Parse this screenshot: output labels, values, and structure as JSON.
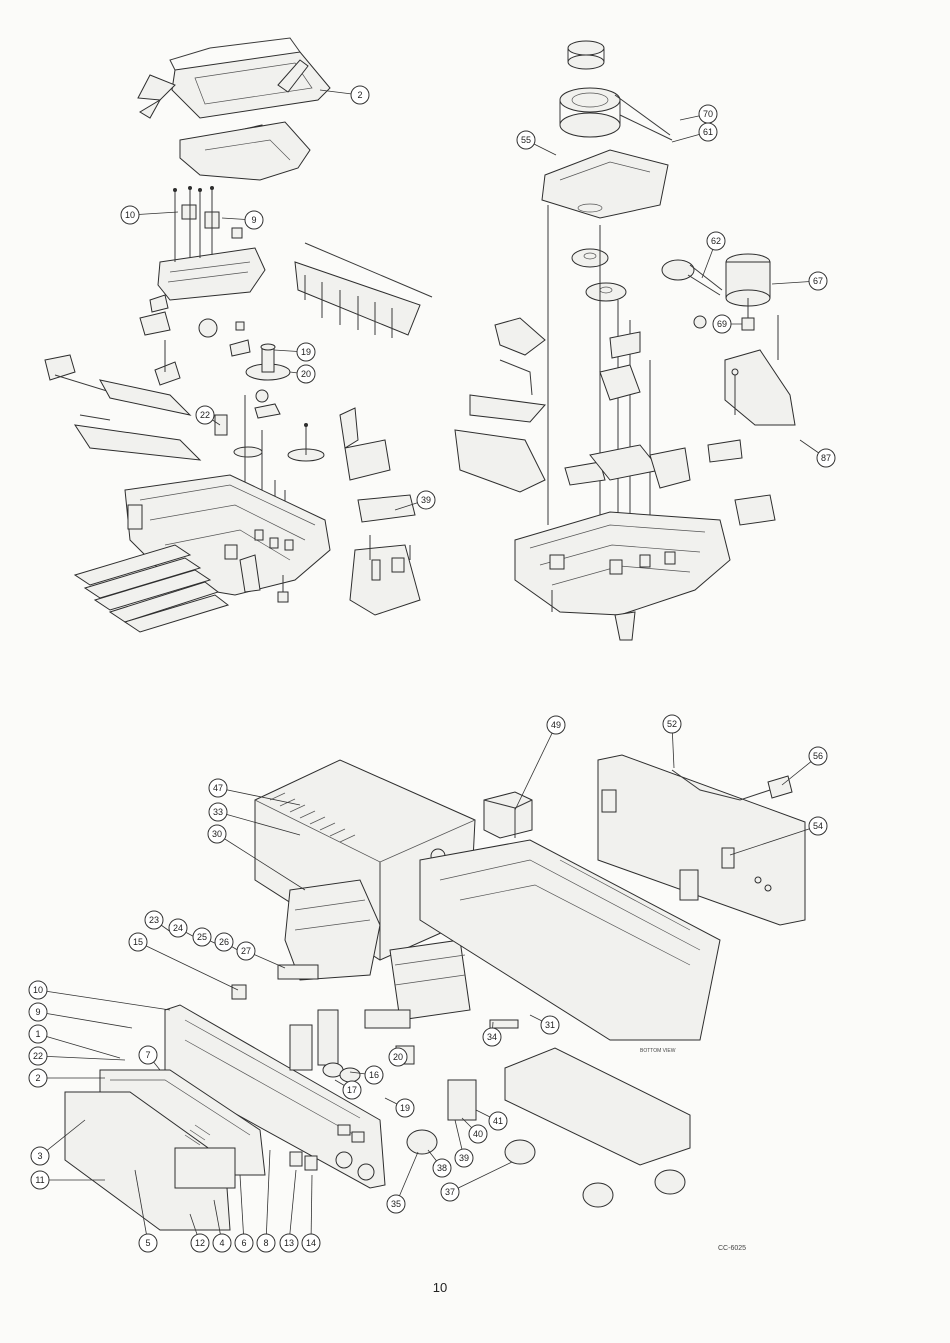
{
  "diagram": {
    "title": "",
    "page_number": "10",
    "model_code": "CC-6025",
    "annotation_text": "BOTTOM VIEW",
    "callouts": {
      "mechanism_a": [
        "2",
        "10",
        "9",
        "19",
        "20",
        "22",
        "39"
      ],
      "mechanism_b": [
        "55",
        "70",
        "61",
        "62",
        "67",
        "69",
        "87"
      ],
      "cabinet": [
        "49",
        "52",
        "56",
        "47",
        "33",
        "30",
        "54",
        "23",
        "24",
        "25",
        "26",
        "27",
        "15",
        "10",
        "9",
        "1",
        "22",
        "2",
        "7",
        "34",
        "31",
        "20",
        "16",
        "17",
        "19",
        "41",
        "40",
        "39",
        "38",
        "3",
        "11",
        "37",
        "35",
        "5",
        "12",
        "4",
        "6",
        "8",
        "13",
        "14"
      ]
    }
  }
}
